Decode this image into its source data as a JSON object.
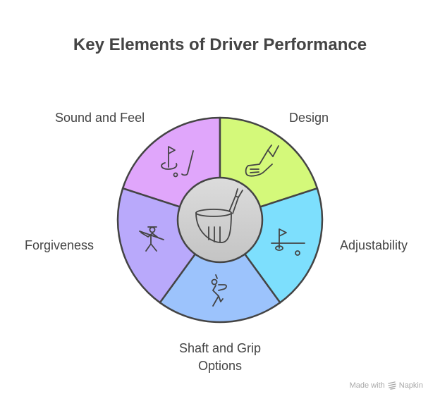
{
  "title": "Key Elements of Driver Performance",
  "center": {
    "icon": "golf-driver-head-icon",
    "color": "#d3d3d3"
  },
  "segments": [
    {
      "id": "sound-and-feel",
      "label": "Sound and Feel",
      "color": "#e0a6fb",
      "icon": "golf-flag-hole-club-icon"
    },
    {
      "id": "design",
      "label": "Design",
      "color": "#d4f97a",
      "icon": "golf-iron-club-icon"
    },
    {
      "id": "adjustability",
      "label": "Adjustability",
      "color": "#7ddffd",
      "icon": "golf-green-flag-ball-icon"
    },
    {
      "id": "shaft-and-grip",
      "label": "Shaft and Grip Options",
      "label_lines": [
        "Shaft and Grip",
        "Options"
      ],
      "color": "#9cc3fc",
      "icon": "golfer-swing-icon"
    },
    {
      "id": "forgiveness",
      "label": "Forgiveness",
      "color": "#b9a9fb",
      "icon": "golfer-carrying-club-icon"
    }
  ],
  "footer": {
    "text": "Made with",
    "brand": "Napkin",
    "icon": "napkin-logo-icon"
  }
}
